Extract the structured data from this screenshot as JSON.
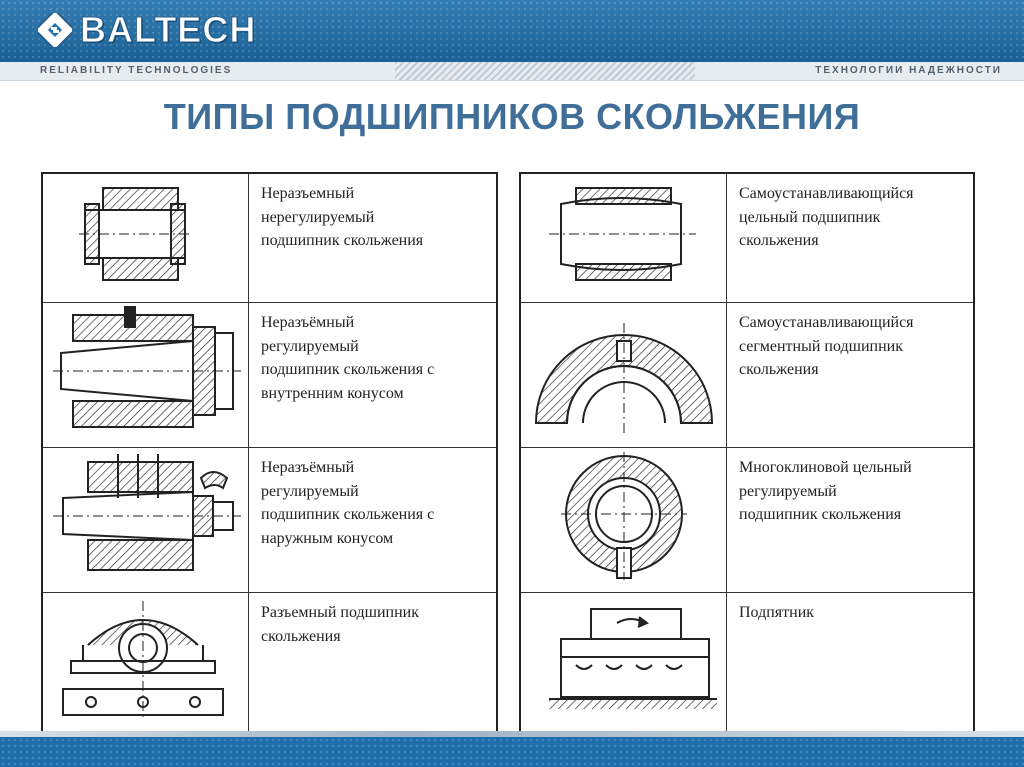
{
  "brand": {
    "name": "BALTECH",
    "tagline_left": "RELIABILITY TECHNOLOGIES",
    "tagline_right": "ТЕХНОЛОГИИ НАДЕЖНОСТИ",
    "color": "#1d6eaa"
  },
  "title": "ТИПЫ ПОДШИПНИКОВ СКОЛЬЖЕНИЯ",
  "left_table": [
    {
      "icon": "solid-bushing-icon",
      "lines": [
        "Неразъемный",
        "нерегулируемый",
        "подшипник скольжения"
      ]
    },
    {
      "icon": "inner-cone-bearing-icon",
      "lines": [
        "Неразъёмный",
        "регулируемый",
        "подшипник скольжения с",
        "внутренним конусом"
      ]
    },
    {
      "icon": "outer-cone-bearing-icon",
      "lines": [
        "Неразъёмный",
        "регулируемый",
        "подшипник скольжения с",
        "наружным конусом"
      ]
    },
    {
      "icon": "split-bearing-icon",
      "lines": [
        "Разъемный подшипник",
        "скольжения"
      ]
    }
  ],
  "right_table": [
    {
      "icon": "self-aligning-solid-icon",
      "lines": [
        "Самоустанавливающийся",
        "цельный подшипник",
        "скольжения"
      ]
    },
    {
      "icon": "self-aligning-segment-icon",
      "lines": [
        "Самоустанавливающийся",
        "сегментный подшипник",
        "скольжения"
      ]
    },
    {
      "icon": "multi-wedge-bearing-icon",
      "lines": [
        "Многоклиновой цельный",
        "регулируемый",
        "подшипник скольжения"
      ]
    },
    {
      "icon": "thrust-bearing-icon",
      "lines": [
        "Подпятник"
      ]
    }
  ]
}
